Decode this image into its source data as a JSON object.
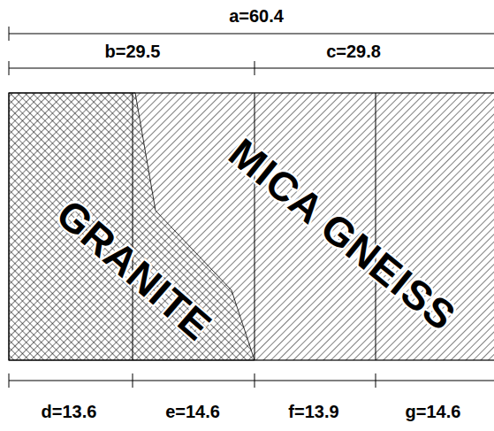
{
  "diagram": {
    "labels": [
      "a=60.4",
      "b=29.5",
      "c=29.8",
      "MICA GNEISS",
      "GRANITE",
      "d=13.6",
      "e=14.6",
      "f=13.9",
      "g=14.6"
    ]
  }
}
